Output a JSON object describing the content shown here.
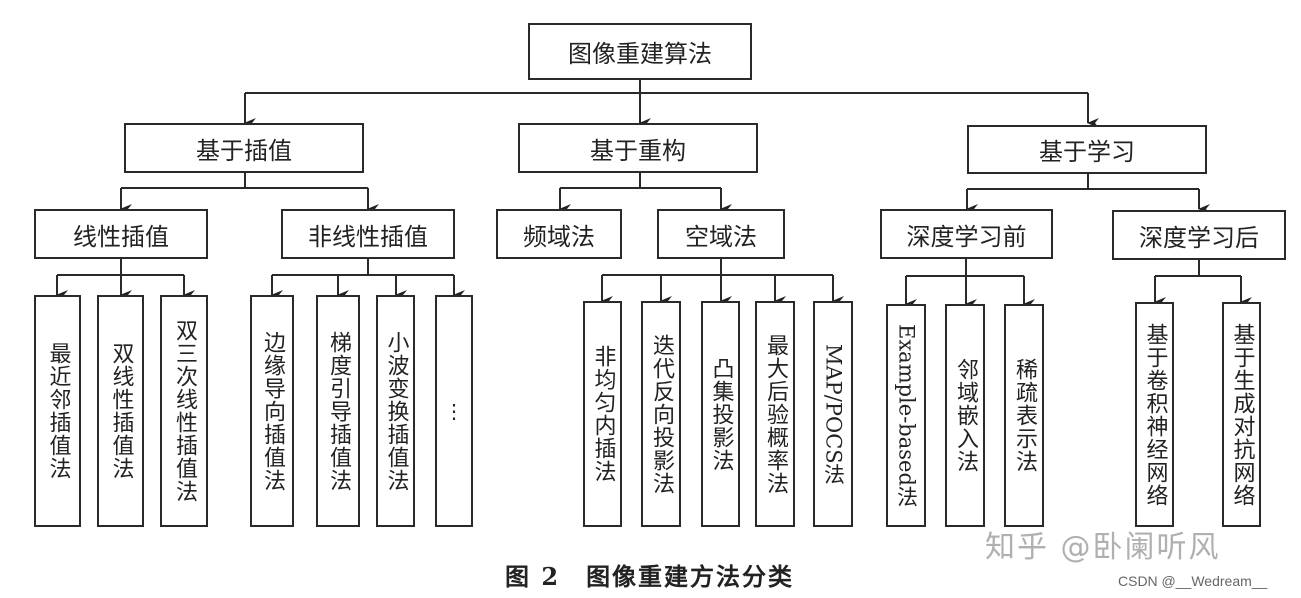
{
  "diagram": {
    "root": "图像重建算法",
    "level1": [
      {
        "id": "interp",
        "label": "基于插值"
      },
      {
        "id": "recon",
        "label": "基于重构"
      },
      {
        "id": "learn",
        "label": "基于学习"
      }
    ],
    "level2": [
      {
        "id": "linear",
        "parent": "interp",
        "label": "线性插值"
      },
      {
        "id": "nonlinear",
        "parent": "interp",
        "label": "非线性插值"
      },
      {
        "id": "freq",
        "parent": "recon",
        "label": "频域法"
      },
      {
        "id": "spatial",
        "parent": "recon",
        "label": "空域法"
      },
      {
        "id": "predl",
        "parent": "learn",
        "label": "深度学习前"
      },
      {
        "id": "postdl",
        "parent": "learn",
        "label": "深度学习后"
      }
    ],
    "leaves": [
      {
        "parent": "linear",
        "label": "最近邻插值法"
      },
      {
        "parent": "linear",
        "label": "双线性插值法"
      },
      {
        "parent": "linear",
        "label": "双三次线性插值法"
      },
      {
        "parent": "nonlinear",
        "label": "边缘导向插值法"
      },
      {
        "parent": "nonlinear",
        "label": "梯度引导插值法"
      },
      {
        "parent": "nonlinear",
        "label": "小波变换插值法"
      },
      {
        "parent": "nonlinear",
        "label": "⋮"
      },
      {
        "parent": "spatial",
        "label": "非均匀内插法"
      },
      {
        "parent": "spatial",
        "label": "迭代反向投影法"
      },
      {
        "parent": "spatial",
        "label": "凸集投影法"
      },
      {
        "parent": "spatial",
        "label": "最大后验概率法"
      },
      {
        "parent": "spatial",
        "label": "MAP/POCS法"
      },
      {
        "parent": "predl",
        "label": "Example-based法"
      },
      {
        "parent": "predl",
        "label": "邻域嵌入法"
      },
      {
        "parent": "predl",
        "label": "稀疏表示法"
      },
      {
        "parent": "postdl",
        "label": "基于卷积神经网络"
      },
      {
        "parent": "postdl",
        "label": "基于生成对抗网络"
      }
    ]
  },
  "caption": {
    "number": "图 2",
    "title": "图像重建方法分类"
  },
  "watermarks": {
    "zhihu": "知乎 @卧阑听风",
    "csdn": "CSDN @__Wedream__"
  }
}
